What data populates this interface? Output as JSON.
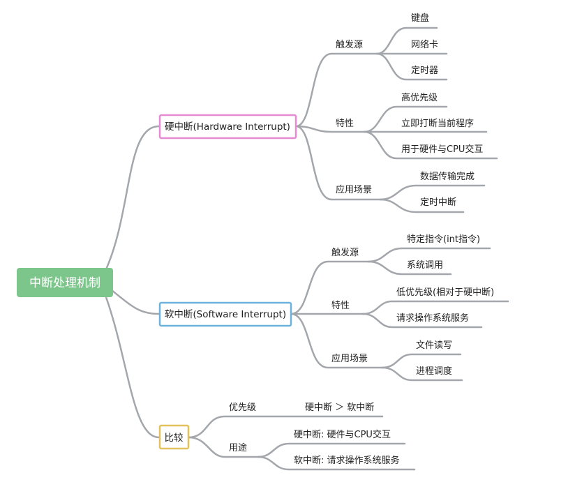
{
  "root": {
    "label": "中断处理机制",
    "color": "#7cc68b"
  },
  "hardware": {
    "label": "硬中断(Hardware Interrupt)",
    "border_color": "#e58ad3",
    "trigger": {
      "label": "触发源",
      "items": [
        "键盘",
        "网络卡",
        "定时器"
      ]
    },
    "traits": {
      "label": "特性",
      "items": [
        "高优先级",
        "立即打断当前程序",
        "用于硬件与CPU交互"
      ]
    },
    "scenarios": {
      "label": "应用场景",
      "items": [
        "数据传输完成",
        "定时中断"
      ]
    }
  },
  "software": {
    "label": "软中断(Software Interrupt)",
    "border_color": "#6db2dd",
    "trigger": {
      "label": "触发源",
      "items": [
        "特定指令(int指令)",
        "系统调用"
      ]
    },
    "traits": {
      "label": "特性",
      "items": [
        "低优先级(相对于硬中断)",
        "请求操作系统服务"
      ]
    },
    "scenarios": {
      "label": "应用场景",
      "items": [
        "文件读写",
        "进程调度"
      ]
    }
  },
  "compare": {
    "label": "比较",
    "border_color": "#e2c25c",
    "priority": {
      "label": "优先级",
      "items": [
        "硬中断 ＞ 软中断"
      ]
    },
    "usage": {
      "label": "用途",
      "items": [
        "硬中断: 硬件与CPU交互",
        "软中断: 请求操作系统服务"
      ]
    }
  }
}
